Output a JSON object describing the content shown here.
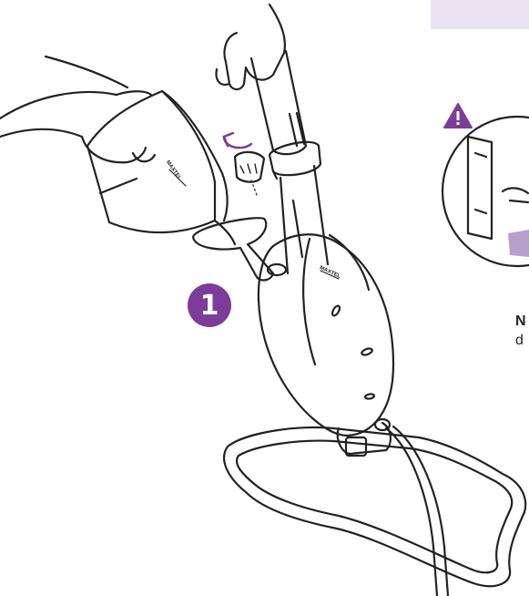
{
  "step": {
    "number": "1"
  },
  "brand_marks": [
    "MAXTEL",
    "MAXTEL"
  ],
  "note": {
    "bold_text": "N",
    "text": "d"
  },
  "colors": {
    "accent": "#7b3c9a",
    "band": "#ebe3f2",
    "warning": "#7b3c9a",
    "line": "#222222"
  },
  "icons": [
    "rotate-arrow-icon",
    "warning-icon"
  ]
}
